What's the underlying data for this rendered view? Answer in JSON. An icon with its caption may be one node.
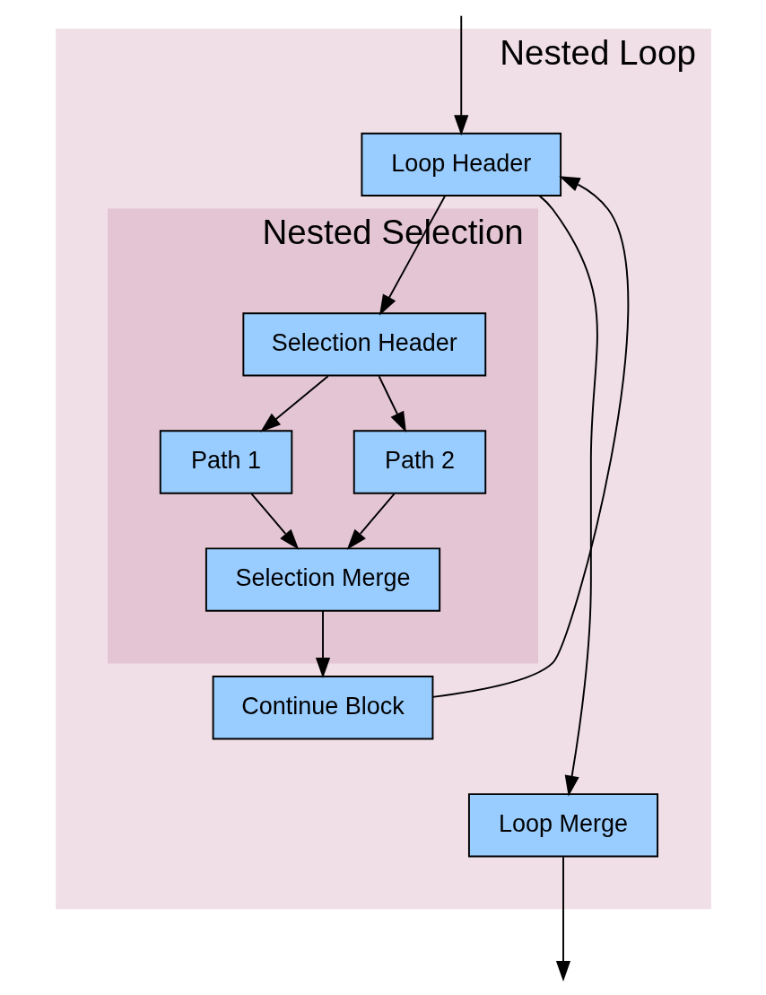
{
  "diagram": {
    "nodes": [
      {
        "text": [
          "Nested Loop"
        ]
      },
      {
        "text": [
          "Loop Header"
        ],
        "in": 0
      },
      {
        "text": [
          "Nested Selection"
        ],
        "in": 0
      },
      {
        "text": [
          "Selection Header"
        ],
        "in": 2
      },
      {
        "text": [
          "Path 1"
        ],
        "in": 2
      },
      {
        "text": [
          "Path 2"
        ],
        "in": 2
      },
      {
        "text": [
          "Selection Merge"
        ],
        "in": 2
      },
      {
        "text": [
          "Continue Block"
        ],
        "in": 0
      },
      {
        "text": [
          "Loop Merge"
        ],
        "in": 0
      }
    ],
    "edges": [
      {
        "from": null,
        "to": 1,
        "arrow": "to"
      },
      {
        "from": 1,
        "to": 3,
        "arrow": "to"
      },
      {
        "from": 3,
        "to": 4,
        "arrow": "to"
      },
      {
        "from": 3,
        "to": 5,
        "arrow": "to"
      },
      {
        "from": 5,
        "to": 6,
        "arrow": "to"
      },
      {
        "from": 4,
        "to": 6,
        "arrow": "to"
      },
      {
        "from": 6,
        "to": 7,
        "arrow": "to"
      },
      {
        "from": 7,
        "to": 1,
        "arrow": "to"
      },
      {
        "from": 1,
        "to": 8,
        "arrow": "to"
      },
      {
        "from": 8,
        "to": null,
        "arrow": "to"
      }
    ]
  }
}
